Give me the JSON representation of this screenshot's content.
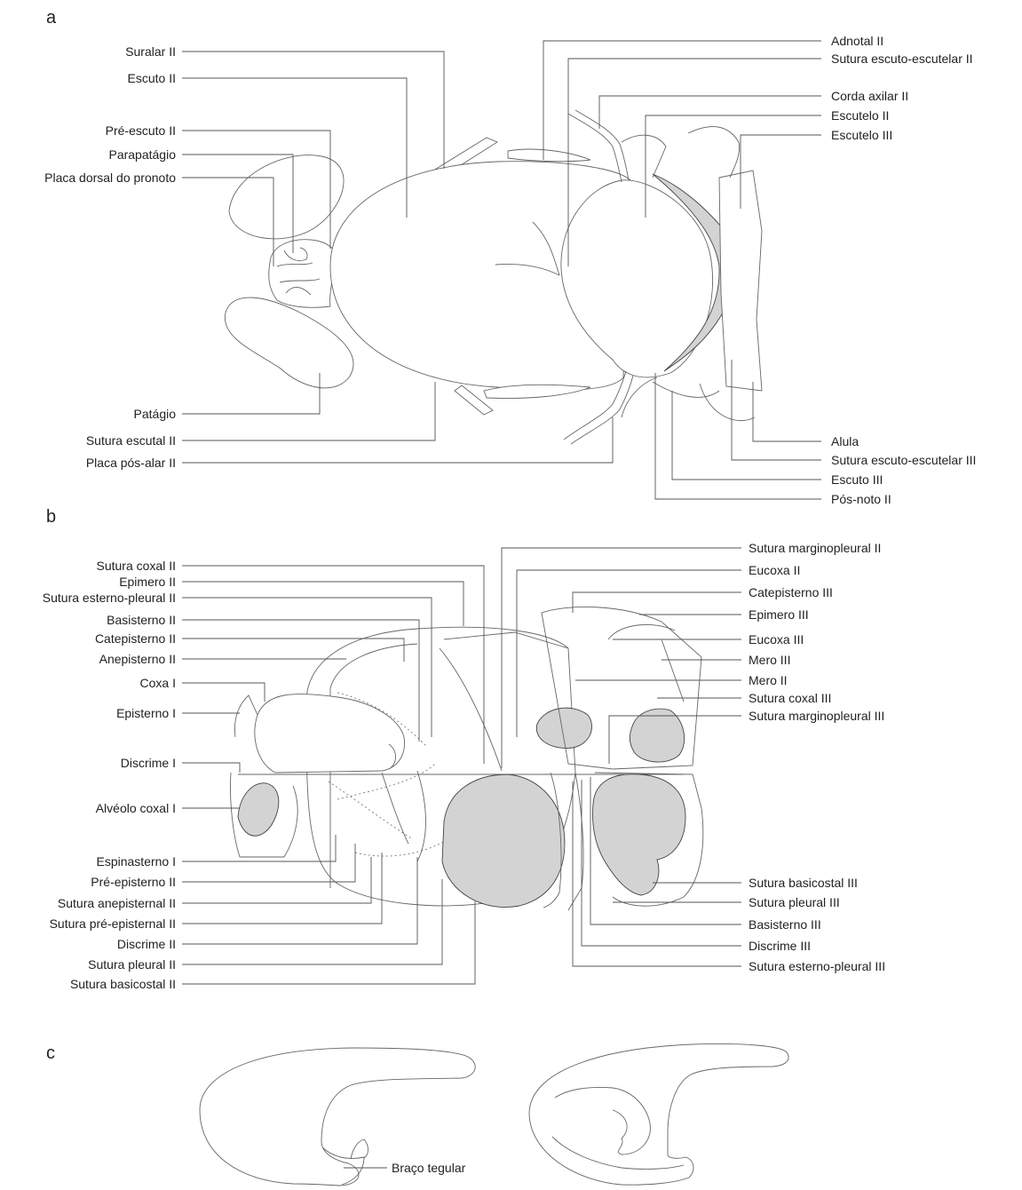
{
  "panels": {
    "a": "a",
    "b": "b",
    "c": "c"
  },
  "panel_a": {
    "left_labels": [
      "Suralar II",
      "Escuto II",
      "Pré-escuto II",
      "Parapatágio",
      "Placa dorsal do pronoto",
      "Patágio",
      "Sutura escutal II",
      "Placa pós-alar II"
    ],
    "right_labels": [
      "Adnotal II",
      "Sutura escuto-escutelar II",
      "Corda axilar II",
      "Escutelo II",
      "Escutelo III",
      "Alula",
      "Sutura escuto-escutelar III",
      "Escuto III",
      "Pós-noto II"
    ]
  },
  "panel_b": {
    "left_labels": [
      "Sutura coxal II",
      "Epimero II",
      "Sutura esterno-pleural II",
      "Basisterno II",
      "Catepisterno II",
      "Anepisterno II",
      "Coxa I",
      "Episterno I",
      "Discrime I",
      "Alvéolo coxal I",
      "Espinasterno I",
      "Pré-episterno II",
      "Sutura anepisternal II",
      "Sutura pré-episternal II",
      "Discrime II",
      "Sutura pleural II",
      "Sutura basicostal II"
    ],
    "right_labels": [
      "Sutura marginopleural II",
      "Eucoxa II",
      "Catepisterno III",
      "Epimero III",
      "Eucoxa III",
      "Mero III",
      "Mero II",
      "Sutura coxal III",
      "Sutura marginopleural III",
      "Sutura basicostal III",
      "Sutura pleural III",
      "Basisterno III",
      "Discrime III",
      "Sutura esterno-pleural III"
    ]
  },
  "panel_c": {
    "label": "Braço tegular"
  }
}
